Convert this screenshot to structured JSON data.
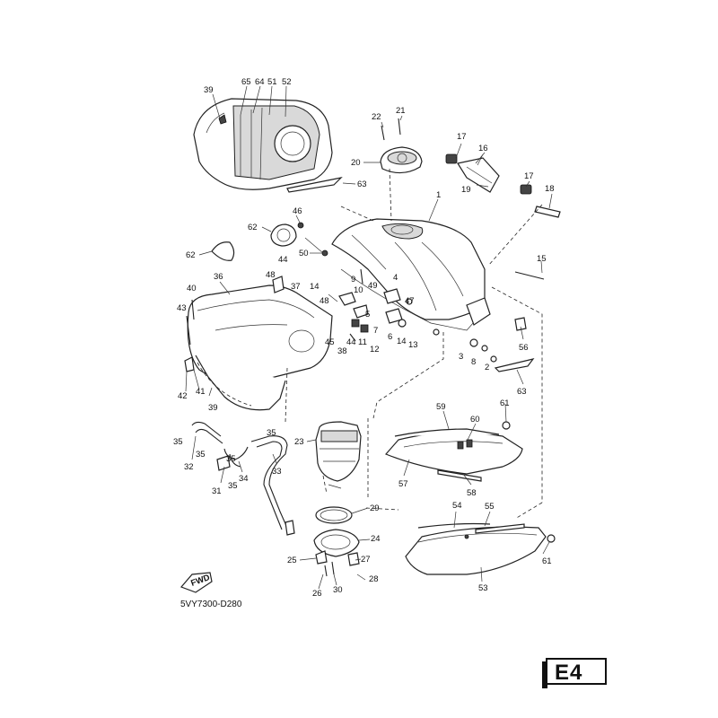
{
  "diagram": {
    "drawing_code": "5VY7300-D280",
    "page_tag": "E4",
    "fwd_label": "FWD",
    "callouts": [
      "39",
      "65",
      "64",
      "51",
      "52",
      "63",
      "22",
      "21",
      "20",
      "17",
      "16",
      "17",
      "19",
      "18",
      "1",
      "46",
      "62",
      "50",
      "62",
      "36",
      "48",
      "44",
      "40",
      "43",
      "37",
      "14",
      "48",
      "9",
      "10",
      "49",
      "4",
      "47",
      "5",
      "6",
      "7",
      "14",
      "13",
      "15",
      "45",
      "44",
      "11",
      "12",
      "38",
      "3",
      "8",
      "2",
      "56",
      "63",
      "41",
      "42",
      "39",
      "61",
      "59",
      "60",
      "35",
      "35",
      "32",
      "35",
      "31",
      "35",
      "34",
      "33",
      "23",
      "57",
      "58",
      "29",
      "54",
      "55",
      "24",
      "25",
      "27",
      "28",
      "26",
      "30",
      "61",
      "53"
    ]
  }
}
